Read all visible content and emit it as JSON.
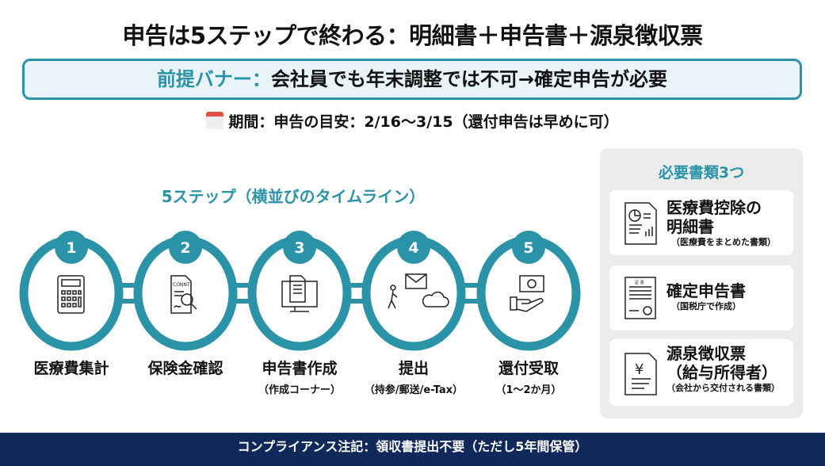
{
  "title": "申告は5ステップで終わる：明細書＋申告書＋源泉徴収票",
  "banner": {
    "label": "前提バナー：",
    "text": "会社員でも年末調整では不可→確定申告が必要"
  },
  "period": "期間：申告の目安：2/16〜3/15（還付申告は早めに可）",
  "steps_heading": "5ステップ（横並びのタイムライン）",
  "steps": [
    {
      "num": "1",
      "label": "医療費集計",
      "sub": ""
    },
    {
      "num": "2",
      "label": "保険金確認",
      "sub": ""
    },
    {
      "num": "3",
      "label": "申告書作成",
      "sub": "（作成コーナー）"
    },
    {
      "num": "4",
      "label": "提出",
      "sub": "（持参/郵送/e-Tax）"
    },
    {
      "num": "5",
      "label": "還付受取",
      "sub": "（1〜2か月）"
    }
  ],
  "step2_doc_text": "CONNT",
  "docs": {
    "heading": "必要書類3つ",
    "items": [
      {
        "title1": "医療費控除の",
        "title2": "明細書",
        "sub": "（医療費をまとめた書類）"
      },
      {
        "title1": "確定申告書",
        "title2": "",
        "sub": "（国税庁で作成）"
      },
      {
        "title1": "源泉徴収票",
        "title2": "（給与所得者）",
        "sub": "（会社から交付される書類）"
      }
    ]
  },
  "doc2_icon_text": "証 書",
  "footer": "コンプライアンス注記：領収書提出不要（ただし5年間保管）",
  "colors": {
    "accent": "#2a93a8",
    "footer": "#10285a"
  }
}
